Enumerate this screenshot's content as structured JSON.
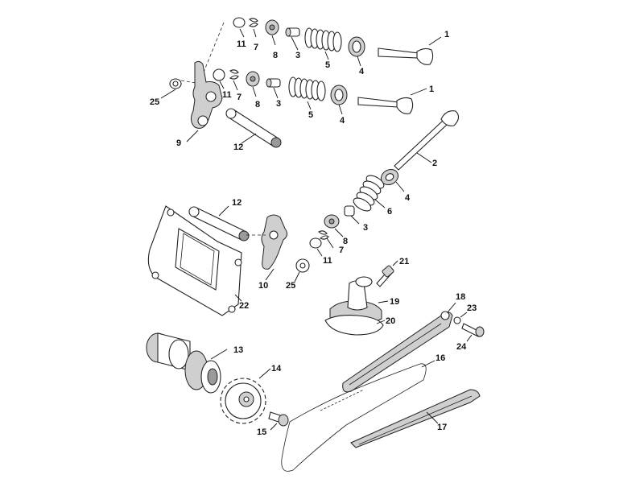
{
  "labels": [
    {
      "id": "l1a",
      "text": "1"
    },
    {
      "id": "l1b",
      "text": "1"
    },
    {
      "id": "l2",
      "text": "2"
    },
    {
      "id": "l3a",
      "text": "3"
    },
    {
      "id": "l3b",
      "text": "3"
    },
    {
      "id": "l3c",
      "text": "3"
    },
    {
      "id": "l4a",
      "text": "4"
    },
    {
      "id": "l4b",
      "text": "4"
    },
    {
      "id": "l4c",
      "text": "4"
    },
    {
      "id": "l5a",
      "text": "5"
    },
    {
      "id": "l5b",
      "text": "5"
    },
    {
      "id": "l6",
      "text": "6"
    },
    {
      "id": "l7a",
      "text": "7"
    },
    {
      "id": "l7b",
      "text": "7"
    },
    {
      "id": "l7c",
      "text": "7"
    },
    {
      "id": "l8a",
      "text": "8"
    },
    {
      "id": "l8b",
      "text": "8"
    },
    {
      "id": "l8c",
      "text": "8"
    },
    {
      "id": "l9",
      "text": "9"
    },
    {
      "id": "l10",
      "text": "10"
    },
    {
      "id": "l11a",
      "text": "11"
    },
    {
      "id": "l11b",
      "text": "11"
    },
    {
      "id": "l11c",
      "text": "11"
    },
    {
      "id": "l12a",
      "text": "12"
    },
    {
      "id": "l12b",
      "text": "12"
    },
    {
      "id": "l13",
      "text": "13"
    },
    {
      "id": "l14",
      "text": "14"
    },
    {
      "id": "l15",
      "text": "15"
    },
    {
      "id": "l16",
      "text": "16"
    },
    {
      "id": "l17",
      "text": "17"
    },
    {
      "id": "l18",
      "text": "18"
    },
    {
      "id": "l19",
      "text": "19"
    },
    {
      "id": "l20",
      "text": "20"
    },
    {
      "id": "l21",
      "text": "21"
    },
    {
      "id": "l22",
      "text": "22"
    },
    {
      "id": "l23",
      "text": "23"
    },
    {
      "id": "l24",
      "text": "24"
    },
    {
      "id": "l25a",
      "text": "25"
    },
    {
      "id": "l25b",
      "text": "25"
    }
  ]
}
